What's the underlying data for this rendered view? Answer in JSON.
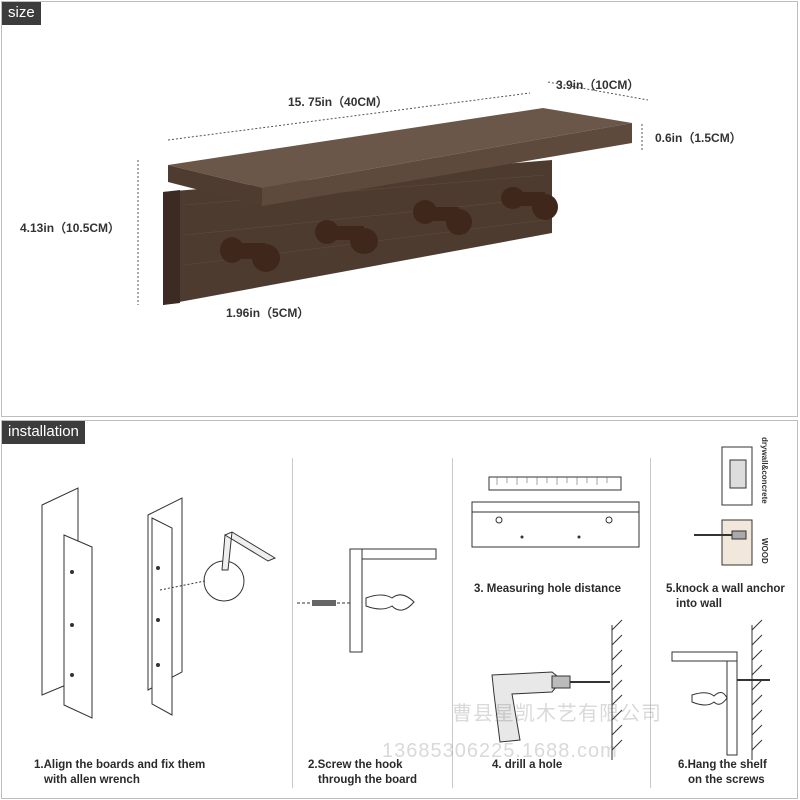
{
  "size_panel": {
    "tag": "size",
    "dims": {
      "length": "15. 75in（40CM）",
      "depth": "3.9in（10CM）",
      "thickness": "0.6in（1.5CM）",
      "height": "4.13in（10.5CM）",
      "spacing": "1.96in（5CM）"
    }
  },
  "install_panel": {
    "tag": "installation",
    "steps": [
      {
        "line1": "1.Align the boards and fix them",
        "line2": "with allen wrench"
      },
      {
        "line1": "2.Screw the hook",
        "line2": "through the board"
      },
      {
        "line1": "3. Measuring hole distance",
        "line2": ""
      },
      {
        "line1": "4. drill a hole",
        "line2": ""
      },
      {
        "line1": "5.knock a wall anchor",
        "line2": "into wall"
      },
      {
        "line1": "6.Hang the shelf",
        "line2": "on the screws"
      }
    ],
    "labels": {
      "wall_type_1": "drywall&concrete",
      "wall_type_2": "WOOD"
    }
  },
  "watermark": {
    "line1": "曹县星凯木艺有限公司",
    "line2": "13685306225.1688.com"
  },
  "colors": {
    "wood": "#5a4538",
    "wood_dark": "#3f2d22",
    "peg": "#4a2f22",
    "tag_bg": "#3c3c3c"
  }
}
